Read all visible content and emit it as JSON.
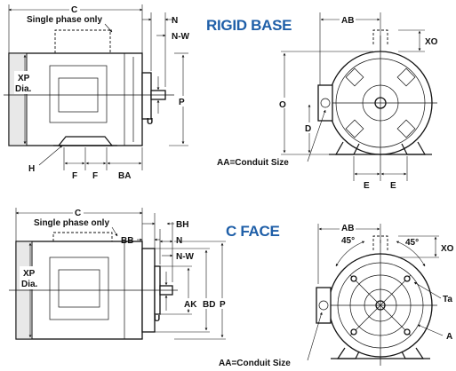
{
  "rigid_base": {
    "title": "RIGID BASE",
    "side": {
      "c": "C",
      "single_phase": "Single phase only",
      "n": "N",
      "n_w": "N-W",
      "xp": "XP",
      "dia": "Dia.",
      "p": "P",
      "u": "U",
      "h": "H",
      "f1": "F",
      "f2": "F",
      "ba": "BA"
    },
    "front": {
      "ab": "AB",
      "xo": "XO",
      "o": "O",
      "d": "D",
      "aa": "AA=Conduit Size",
      "e1": "E",
      "e2": "E"
    }
  },
  "c_face": {
    "title": "C FACE",
    "side": {
      "c": "C",
      "single_phase": "Single phase only",
      "bh": "BH",
      "bb": "BB",
      "n": "N",
      "n_w": "N-W",
      "xp": "XP",
      "dia": "Dia.",
      "ak": "AK",
      "bd": "BD",
      "p": "P",
      "u": "U"
    },
    "front": {
      "ab": "AB",
      "angle1": "45°",
      "angle2": "45°",
      "xo": "XO",
      "tap": "Ta",
      "aj": "A",
      "aa": "AA=Conduit Size"
    }
  }
}
